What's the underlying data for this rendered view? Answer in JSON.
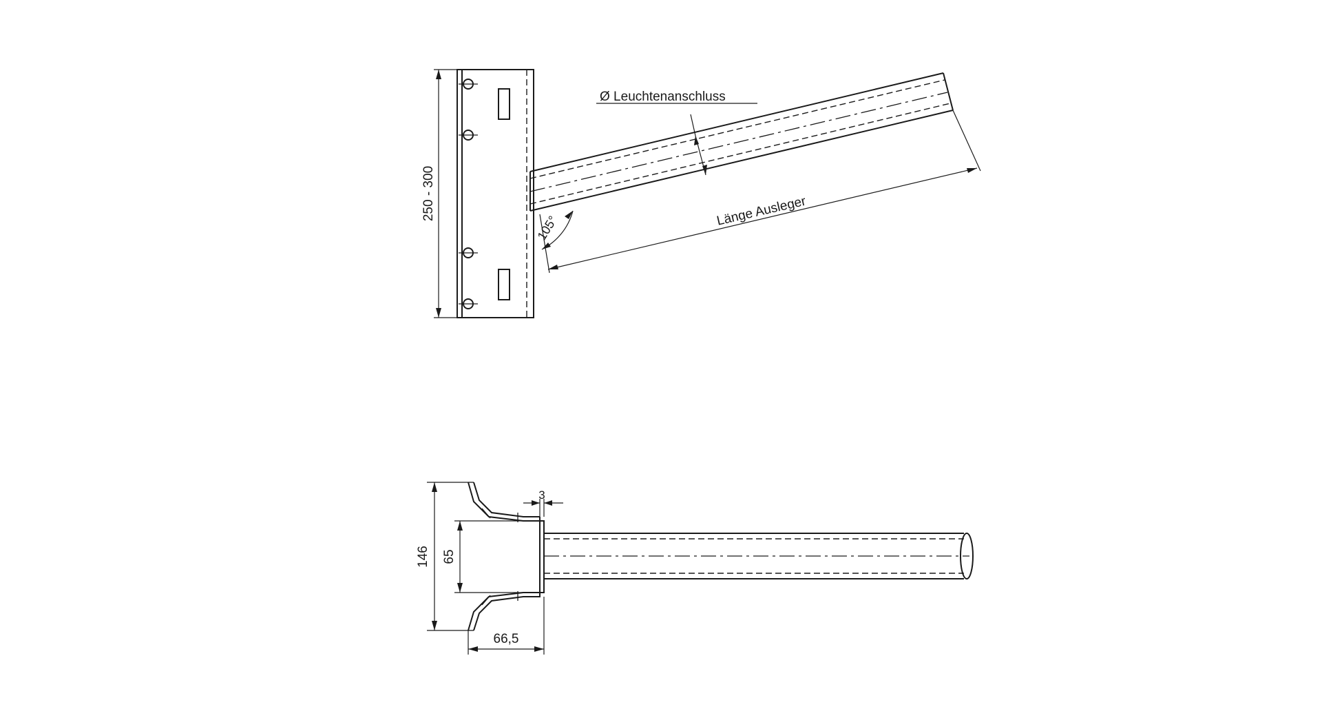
{
  "top_view": {
    "height_label": "250 - 300",
    "diameter_label": "Ø Leuchtenanschluss",
    "length_label": "Länge Ausleger",
    "angle_label": "105°"
  },
  "bottom_view": {
    "width_label": "146",
    "inner_label": "65",
    "depth_label": "66,5",
    "thickness_label": "3"
  }
}
